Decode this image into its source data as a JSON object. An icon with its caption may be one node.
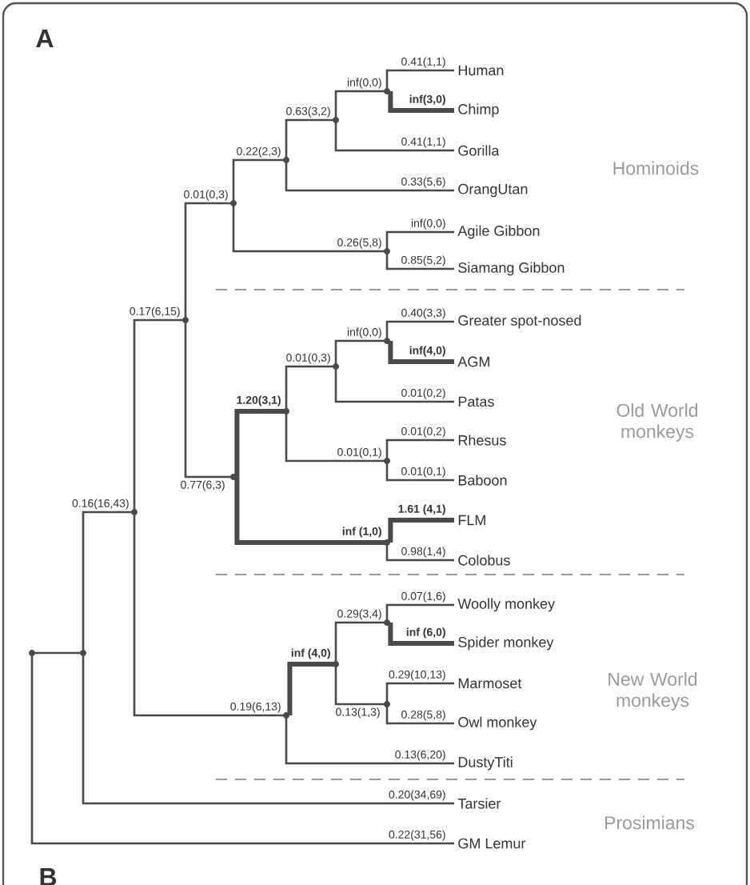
{
  "diagram": {
    "nodes": [
      {
        "text": [
          "Human"
        ]
      },
      {
        "text": [
          "Chimp"
        ]
      },
      {
        "text": [
          "Gorilla"
        ]
      },
      {
        "text": [
          "OrangUtan"
        ]
      },
      {
        "text": [
          "Agile Gibbon"
        ]
      },
      {
        "text": [
          "Siamang Gibbon"
        ]
      },
      {
        "text": [
          "Greater spot-nosed"
        ]
      },
      {
        "text": [
          "AGM"
        ]
      },
      {
        "text": [
          "Patas"
        ]
      },
      {
        "text": [
          "Rhesus"
        ]
      },
      {
        "text": [
          "Baboon"
        ]
      },
      {
        "text": [
          "FLM"
        ]
      },
      {
        "text": [
          "Colobus"
        ]
      },
      {
        "text": [
          "Woolly monkey"
        ]
      },
      {
        "text": [
          "Spider monkey"
        ]
      },
      {
        "text": [
          "Marmoset"
        ]
      },
      {
        "text": [
          "Owl monkey"
        ]
      },
      {
        "text": [
          "DustyTiti"
        ]
      },
      {
        "text": [
          "Tarsier"
        ]
      },
      {
        "text": [
          "GM Lemur"
        ]
      },
      {
        "text": [],
        "shape": "dot"
      },
      {
        "text": [],
        "shape": "dot"
      },
      {
        "text": [],
        "shape": "dot"
      },
      {
        "text": [],
        "shape": "dot"
      },
      {
        "text": [],
        "shape": "dot"
      },
      {
        "text": [],
        "shape": "dot"
      },
      {
        "text": [],
        "shape": "dot"
      },
      {
        "text": [],
        "shape": "dot"
      },
      {
        "text": [],
        "shape": "dot"
      },
      {
        "text": [],
        "shape": "dot"
      },
      {
        "text": [],
        "shape": "dot"
      },
      {
        "text": [],
        "shape": "dot"
      },
      {
        "text": [],
        "shape": "dot"
      },
      {
        "text": [],
        "shape": "dot"
      },
      {
        "text": [],
        "shape": "dot"
      },
      {
        "text": [],
        "shape": "dot"
      },
      {
        "text": [],
        "shape": "dot"
      },
      {
        "text": [],
        "shape": "dot"
      },
      {
        "text": [],
        "shape": "dot"
      }
    ],
    "edges": [
      {
        "from": 20,
        "to": 21,
        "arrow": "none"
      },
      {
        "from": 20,
        "to": 19,
        "arrow": "none",
        "label": "0.22(31,56)"
      },
      {
        "from": 21,
        "to": 22,
        "arrow": "none",
        "label": "0.16(16,43)"
      },
      {
        "from": 21,
        "to": 18,
        "arrow": "none",
        "label": "0.20(34,69)"
      },
      {
        "from": 22,
        "to": 23,
        "arrow": "none",
        "label": "0.17(6,15)"
      },
      {
        "from": 22,
        "to": 28,
        "arrow": "none",
        "label": "0.19(6,13)"
      },
      {
        "from": 23,
        "to": 24,
        "arrow": "none",
        "label": "0.01(0,3)"
      },
      {
        "from": 23,
        "to": 25,
        "arrow": "none",
        "label": "0.77(6,3)"
      },
      {
        "from": 24,
        "to": 26,
        "arrow": "none",
        "label": "0.22(2,3)"
      },
      {
        "from": 24,
        "to": 33,
        "arrow": "none",
        "label": "0.26(5,8)"
      },
      {
        "from": 26,
        "to": 29,
        "arrow": "none",
        "label": "0.63(3,2)"
      },
      {
        "from": 26,
        "to": 3,
        "arrow": "none",
        "label": "0.33(5,6)"
      },
      {
        "from": 29,
        "to": 32,
        "arrow": "none",
        "label": "inf(0,0)"
      },
      {
        "from": 29,
        "to": 2,
        "arrow": "none",
        "label": "0.41(1,1)"
      },
      {
        "from": 32,
        "to": 0,
        "arrow": "none",
        "label": "0.41(1,1)"
      },
      {
        "from": 32,
        "to": 1,
        "arrow": "none",
        "label": "inf(3,0)",
        "style": "thick"
      },
      {
        "from": 33,
        "to": 4,
        "arrow": "none",
        "label": "inf(0,0)"
      },
      {
        "from": 33,
        "to": 5,
        "arrow": "none",
        "label": "0.85(5,2)"
      },
      {
        "from": 25,
        "to": 27,
        "arrow": "none",
        "label": "1.20(3,1)",
        "style": "thick"
      },
      {
        "from": 25,
        "to": 36,
        "arrow": "none",
        "label": "inf (1,0)",
        "style": "thick"
      },
      {
        "from": 27,
        "to": 30,
        "arrow": "none",
        "label": "0.01(0,3)"
      },
      {
        "from": 27,
        "to": 35,
        "arrow": "none",
        "label": "0.01(0,1)"
      },
      {
        "from": 30,
        "to": 34,
        "arrow": "none",
        "label": "inf(0,0)"
      },
      {
        "from": 30,
        "to": 8,
        "arrow": "none",
        "label": "0.01(0,2)"
      },
      {
        "from": 34,
        "to": 6,
        "arrow": "none",
        "label": "0.40(3,3)"
      },
      {
        "from": 34,
        "to": 7,
        "arrow": "none",
        "label": "inf(4,0)",
        "style": "thick"
      },
      {
        "from": 35,
        "to": 9,
        "arrow": "none",
        "label": "0.01(0,2)"
      },
      {
        "from": 35,
        "to": 10,
        "arrow": "none",
        "label": "0.01(0,1)"
      },
      {
        "from": 36,
        "to": 11,
        "arrow": "none",
        "label": "1.61 (4,1)",
        "style": "thick"
      },
      {
        "from": 36,
        "to": 12,
        "arrow": "none",
        "label": "0.98(1,4)"
      },
      {
        "from": 28,
        "to": 31,
        "arrow": "none",
        "label": "inf (4,0)",
        "style": "thick"
      },
      {
        "from": 28,
        "to": 17,
        "arrow": "none",
        "label": "0.13(6,20)"
      },
      {
        "from": 31,
        "to": 37,
        "arrow": "none",
        "label": "0.29(3,4)"
      },
      {
        "from": 31,
        "to": 38,
        "arrow": "none",
        "label": "0.13(1,3)"
      },
      {
        "from": 37,
        "to": 13,
        "arrow": "none",
        "label": "0.07(1,6)"
      },
      {
        "from": 37,
        "to": 14,
        "arrow": "none",
        "label": "inf (6,0)",
        "style": "thick"
      },
      {
        "from": 38,
        "to": 15,
        "arrow": "none",
        "label": "0.29(10,13)"
      },
      {
        "from": 38,
        "to": 16,
        "arrow": "none",
        "label": "0.28(5,8)"
      }
    ],
    "labels": [
      "A",
      "Hominoids",
      "Old World monkeys",
      "New World monkeys",
      "Prosimians",
      "B"
    ]
  }
}
